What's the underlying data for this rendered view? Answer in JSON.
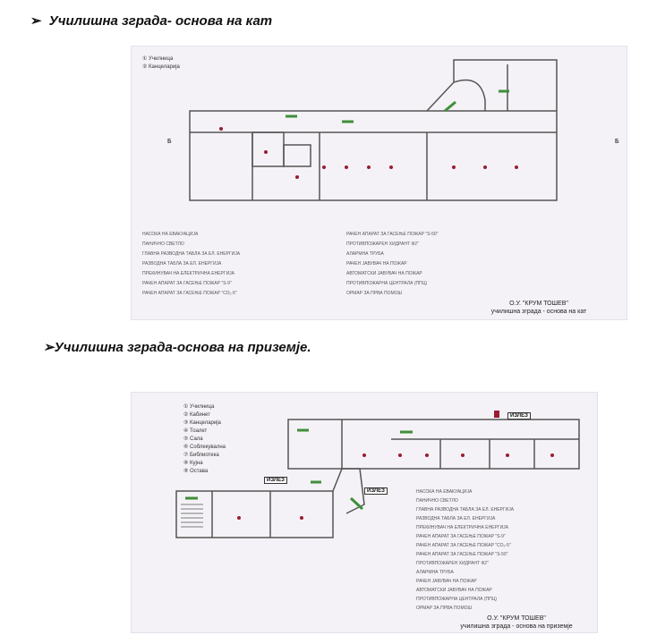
{
  "headings": {
    "floor": "Училишна зграда- основа на кат",
    "ground": "Училишна зграда-основа на приземје."
  },
  "bullet": "➢",
  "plan_floor": {
    "rooms": [
      "① Училница",
      "② Канцеларија"
    ],
    "axis_marks": [
      "Б",
      "Б"
    ],
    "legend_left": [
      "НАСОКА НА ЕВАКУАЦИЈА",
      "ПАНИЧНО СВЕТЛО",
      "ГЛАВНА РАЗВОДНА ТАБЛА ЗА ЕЛ. ЕНЕРГИЈА",
      "РАЗВОДНА ТАБЛА ЗА ЕЛ. ЕНЕРГИЈА",
      "ПРЕКИНУВАЧ НА ЕЛЕКТРИЧНА ЕНЕРГИЈА",
      "РАЧЕН АПАРАТ ЗА ГАСЕЊЕ ПОЖАР \"S-9\"",
      "РАЧЕН АПАРАТ ЗА ГАСЕЊЕ ПОЖАР \"СО₂-5\""
    ],
    "legend_right": [
      "РАЧЕН АПАРАТ ЗА ГАСЕЊЕ ПОЖАР \"S-50\"",
      "ПРОТИВПОЖАРЕН ХИДРАНТ Ф2\"",
      "АЛАРМНА ТРУБА",
      "РАЧЕН ЈАВУВАЧ НА ПОЖАР",
      "АВТОМАТСКИ ЈАВУВАЧ НА ПОЖАР",
      "ПРОТИВПОЖАРНА ЦЕНТРАЛА (ППЦ)",
      "ОРМАР ЗА ПРВА ПОМОШ"
    ],
    "caption_school": "О.У. \"КРУМ ТОШЕВ\"",
    "caption_title": "училишна зграда - основа на кат"
  },
  "plan_ground": {
    "rooms": [
      "① Училница",
      "② Кабинет",
      "③ Канцеларија",
      "④ Тоалет",
      "⑤ Сала",
      "⑥ Соблекувална",
      "⑦ Библиотека",
      "⑧ Кујна",
      "⑨ Оставa"
    ],
    "exit_labels": [
      "ИЗЛЕЗ",
      "ИЗЛЕЗ",
      "ИЗЛЕЗ"
    ],
    "legend": [
      "НАСОКА НА ЕВАКУАЦИЈА",
      "ПАНИЧНО СВЕТЛО",
      "ГЛАВНА РАЗВОДНА ТАБЛА ЗА ЕЛ. ЕНЕРГИЈА",
      "РАЗВОДНА ТАБЛА ЗА ЕЛ. ЕНЕРГИЈА",
      "ПРЕКИНУВАЧ НА ЕЛЕКТРИЧНА ЕНЕРГИЈА",
      "РАЧЕН АПАРАТ ЗА ГАСЕЊЕ ПОЖАР \"S-9\"",
      "РАЧЕН АПАРАТ ЗА ГАСЕЊЕ ПОЖАР \"СО₂-5\"",
      "РАЧЕН АПАРАТ ЗА ГАСЕЊЕ ПОЖАР \"S-50\"",
      "ПРОТИВПОЖАРЕН ХИДРАНТ Ф2\"",
      "АЛАРМНА ТРУБА",
      "РАЧЕН ЈАВУВАЧ НА ПОЖАР",
      "АВТОМАТСКИ ЈАВУВАЧ НА ПОЖАР",
      "ПРОТИВПОЖАРНА ЦЕНТРАЛА (ППЦ)",
      "ОРМАР ЗА ПРВА ПОМОШ"
    ],
    "caption_school": "О.У. \"КРУМ ТОШЕВ\"",
    "caption_title": "училишна зграда - основа на приземје"
  },
  "colors": {
    "wall": "#555555",
    "extinguisher": "#9b1b30",
    "arrow": "#3f8f3a",
    "background": "#f4f2f6"
  }
}
